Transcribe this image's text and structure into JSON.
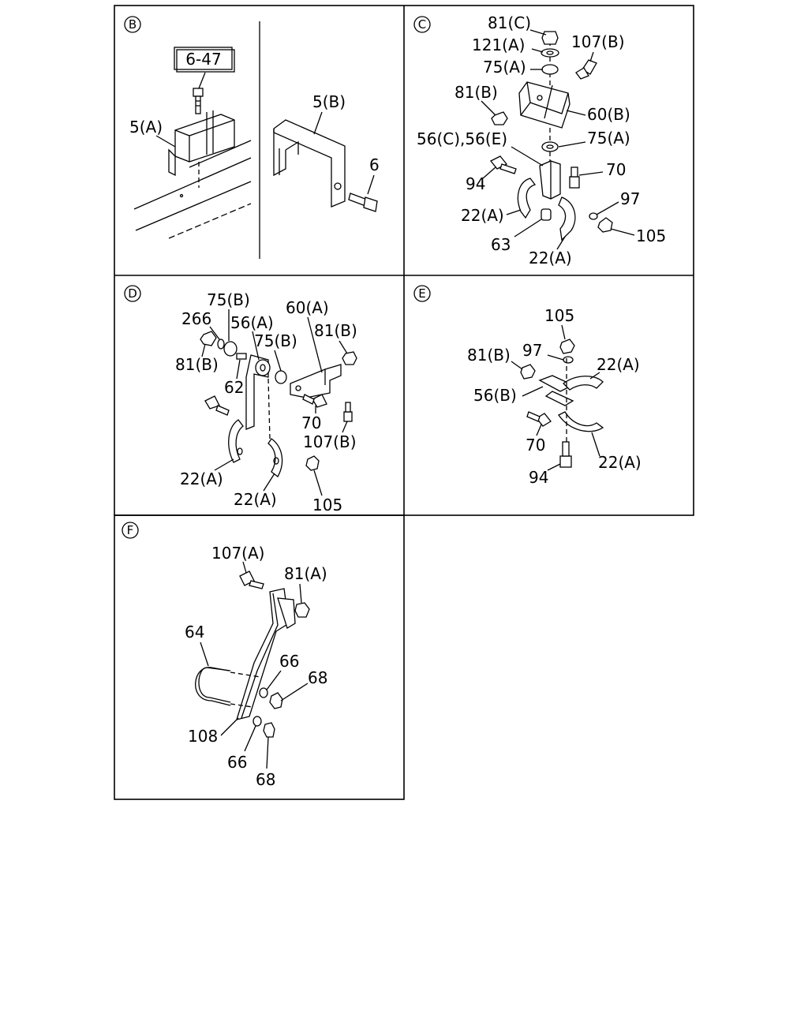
{
  "panels": {
    "B": {
      "letter": "B",
      "boxed_ref": "6-47",
      "labels": {
        "bracket_a": "5(A)",
        "bracket_b": "5(B)",
        "bolt": "6"
      }
    },
    "C": {
      "letter": "C",
      "labels": {
        "nut_c": "81(C)",
        "washer_121a": "121(A)",
        "bolt_107b": "107(B)",
        "rubber_75a_top": "75(A)",
        "nut_81b": "81(B)",
        "bracket_60b": "60(B)",
        "plate_56ce": "56(C),56(E)",
        "rubber_75a_mid": "75(A)",
        "bolt_70": "70",
        "bolt_94": "94",
        "washer_97": "97",
        "clamp_22a_left": "22(A)",
        "nut_105": "105",
        "spacer_63": "63",
        "clamp_22a_bottom": "22(A)"
      }
    },
    "D": {
      "letter": "D",
      "labels": {
        "rubber_75b_top": "75(B)",
        "washer_266": "266",
        "plate_56a": "56(A)",
        "bracket_60a": "60(A)",
        "rubber_75b_mid": "75(B)",
        "nut_81b_right": "81(B)",
        "nut_81b_left": "81(B)",
        "bolt_62": "62",
        "bolt_70": "70",
        "bolt_107b": "107(B)",
        "clamp_22a_left": "22(A)",
        "clamp_22a_mid": "22(A)",
        "nut_105": "105"
      }
    },
    "E": {
      "letter": "E",
      "labels": {
        "nut_105": "105",
        "washer_97": "97",
        "nut_81b": "81(B)",
        "clamp_22a_top": "22(A)",
        "plate_56b": "56(B)",
        "bolt_70": "70",
        "clamp_22a_bottom": "22(A)",
        "bolt_94": "94"
      }
    },
    "F": {
      "letter": "F",
      "labels": {
        "bolt_107a": "107(A)",
        "nut_81a": "81(A)",
        "ubolt_64": "64",
        "washer_66_top": "66",
        "nut_68_top": "68",
        "bracket_108": "108",
        "washer_66_bottom": "66",
        "nut_68_bottom": "68"
      }
    }
  }
}
